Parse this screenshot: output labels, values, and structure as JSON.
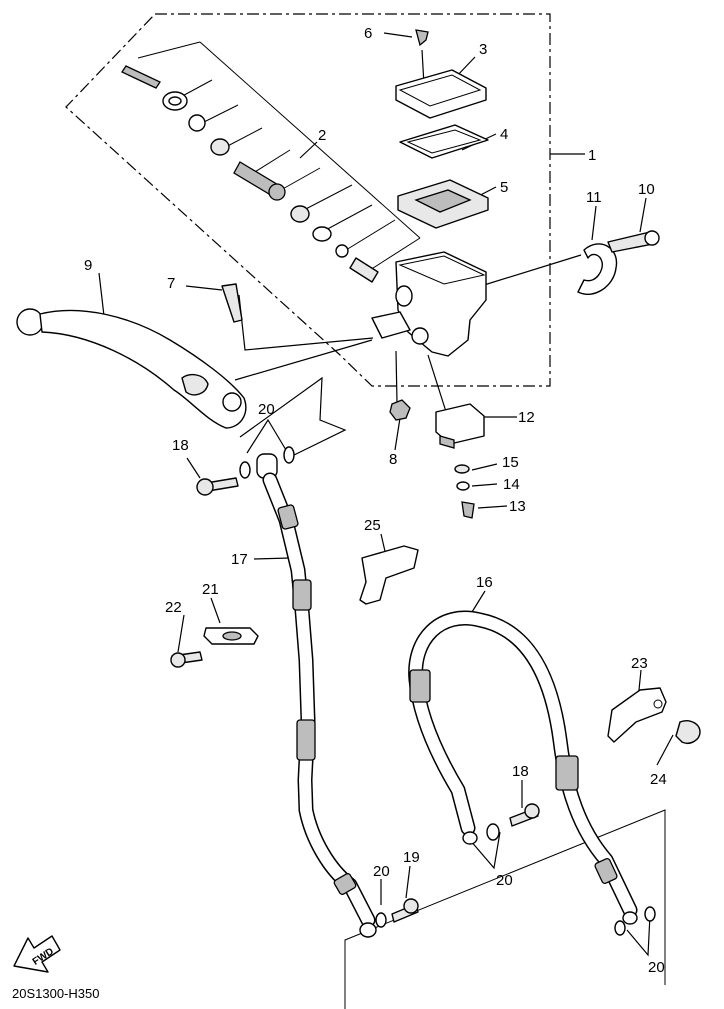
{
  "diagram_code": "20S1300-H350",
  "direction_marker": "FWD",
  "callouts": {
    "c1": "1",
    "c2": "2",
    "c3": "3",
    "c4": "4",
    "c5": "5",
    "c6": "6",
    "c7": "7",
    "c8": "8",
    "c9": "9",
    "c10": "10",
    "c11": "11",
    "c12": "12",
    "c13": "13",
    "c14": "14",
    "c15": "15",
    "c16": "16",
    "c17": "17",
    "c18a": "18",
    "c18b": "18",
    "c19": "19",
    "c20a": "20",
    "c20b": "20",
    "c20c": "20",
    "c20d": "20",
    "c21": "21",
    "c22": "22",
    "c23": "23",
    "c24": "24",
    "c25": "25"
  }
}
